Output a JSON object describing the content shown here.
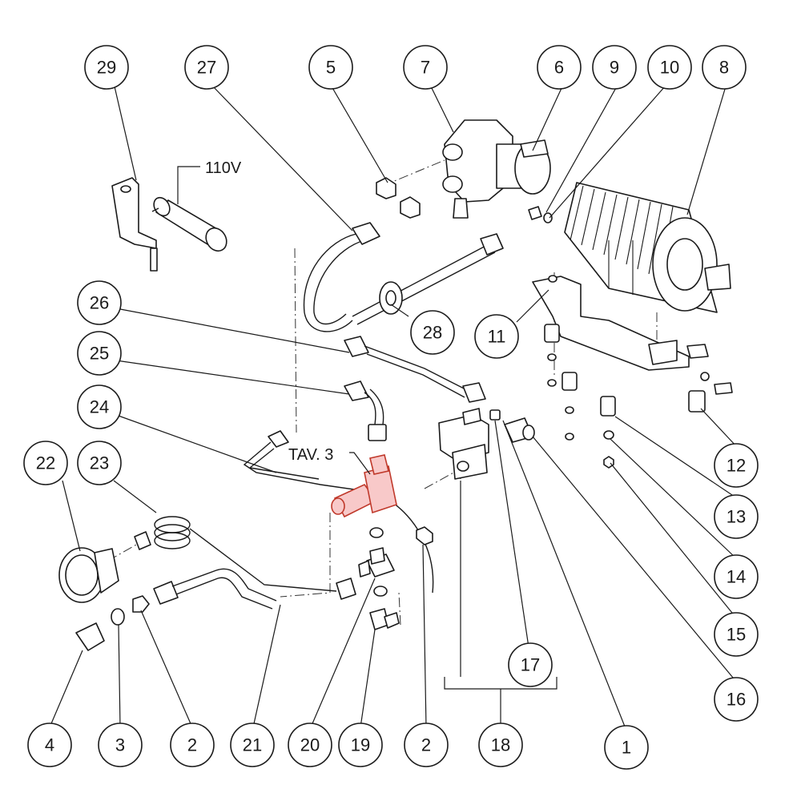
{
  "labels": {
    "voltage": "110V",
    "reference": "TAV. 3"
  },
  "callouts": [
    "29",
    "27",
    "5",
    "7",
    "6",
    "9",
    "10",
    "8",
    "26",
    "28",
    "11",
    "25",
    "24",
    "22",
    "23",
    "12",
    "13",
    "14",
    "15",
    "16",
    "17",
    "4",
    "3",
    "2",
    "21",
    "20",
    "19",
    "2",
    "18",
    "1"
  ]
}
